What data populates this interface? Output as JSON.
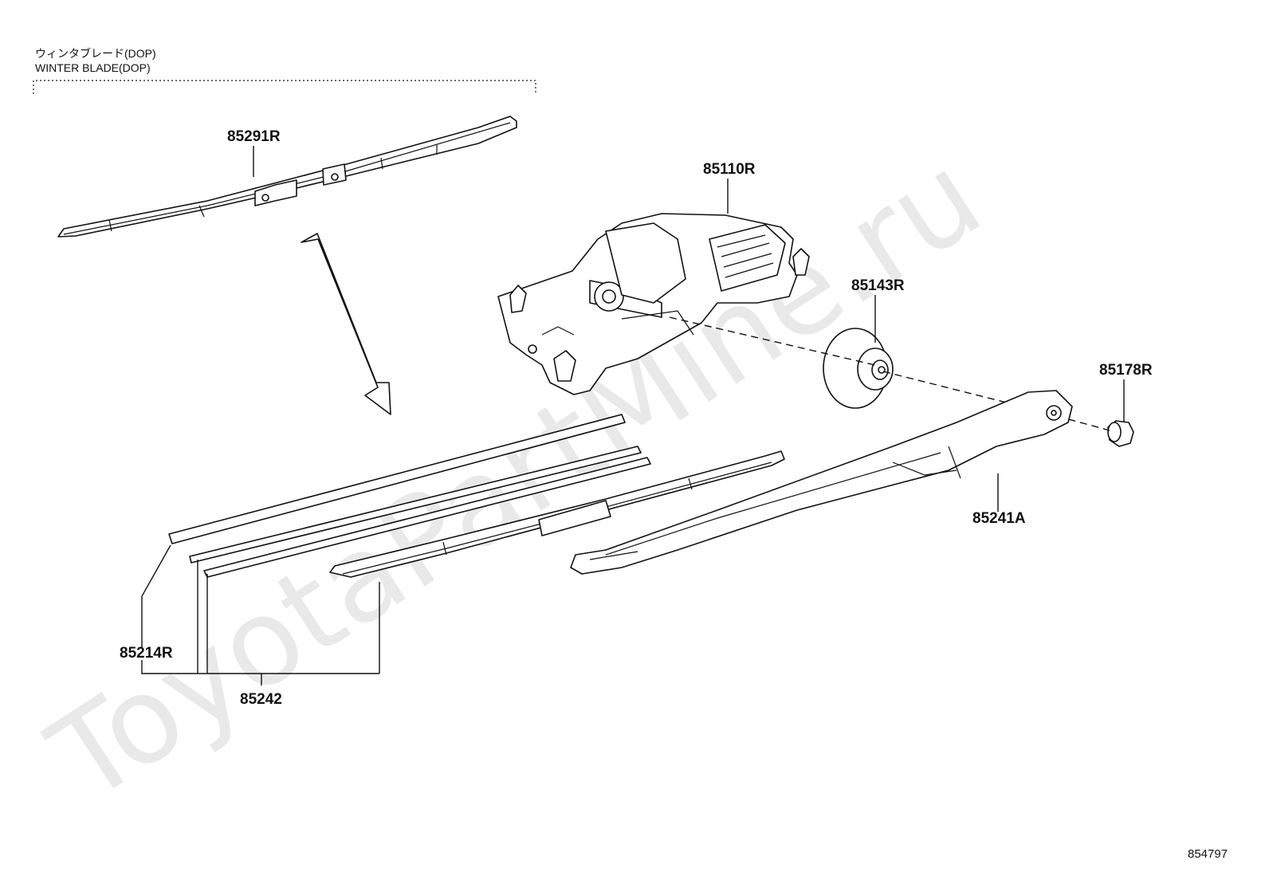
{
  "header": {
    "jp": "ウィンタブレード(DOP)",
    "en": "WINTER BLADE(DOP)"
  },
  "parts": {
    "p85291R": "85291R",
    "p85110R": "85110R",
    "p85143R": "85143R",
    "p85178R": "85178R",
    "p85241A": "85241A",
    "p85214R": "85214R",
    "p85242": "85242"
  },
  "diagram_id": "854797",
  "watermark": "ToyotaPartMine.ru"
}
